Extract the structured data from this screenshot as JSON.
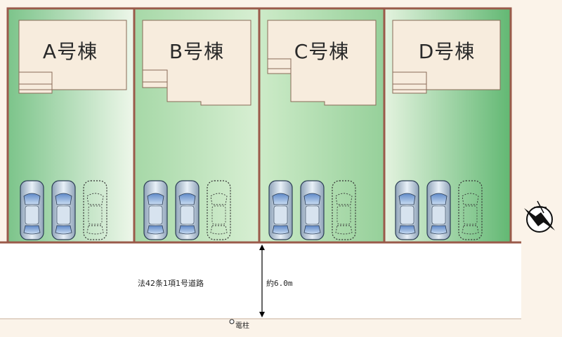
{
  "lots": [
    {
      "label": "A号棟"
    },
    {
      "label": "B号棟"
    },
    {
      "label": "C号棟"
    },
    {
      "label": "D号棟"
    }
  ],
  "road": {
    "label": "法42条1項1号道路",
    "width_label": "約6.0m"
  },
  "utility_pole": {
    "label": "電柱"
  },
  "compass": {
    "icon": "north-compass-icon"
  },
  "colors": {
    "lot_border": "#9a5a4a",
    "lot_green_dark": "#6cbf7c",
    "lot_green_light": "#eef7ea",
    "building_fill": "#f7ecdd",
    "building_stroke": "#8a6a58",
    "background": "#fbf3e9"
  },
  "cars_per_lot": 3,
  "parked_cars_per_lot": 2
}
